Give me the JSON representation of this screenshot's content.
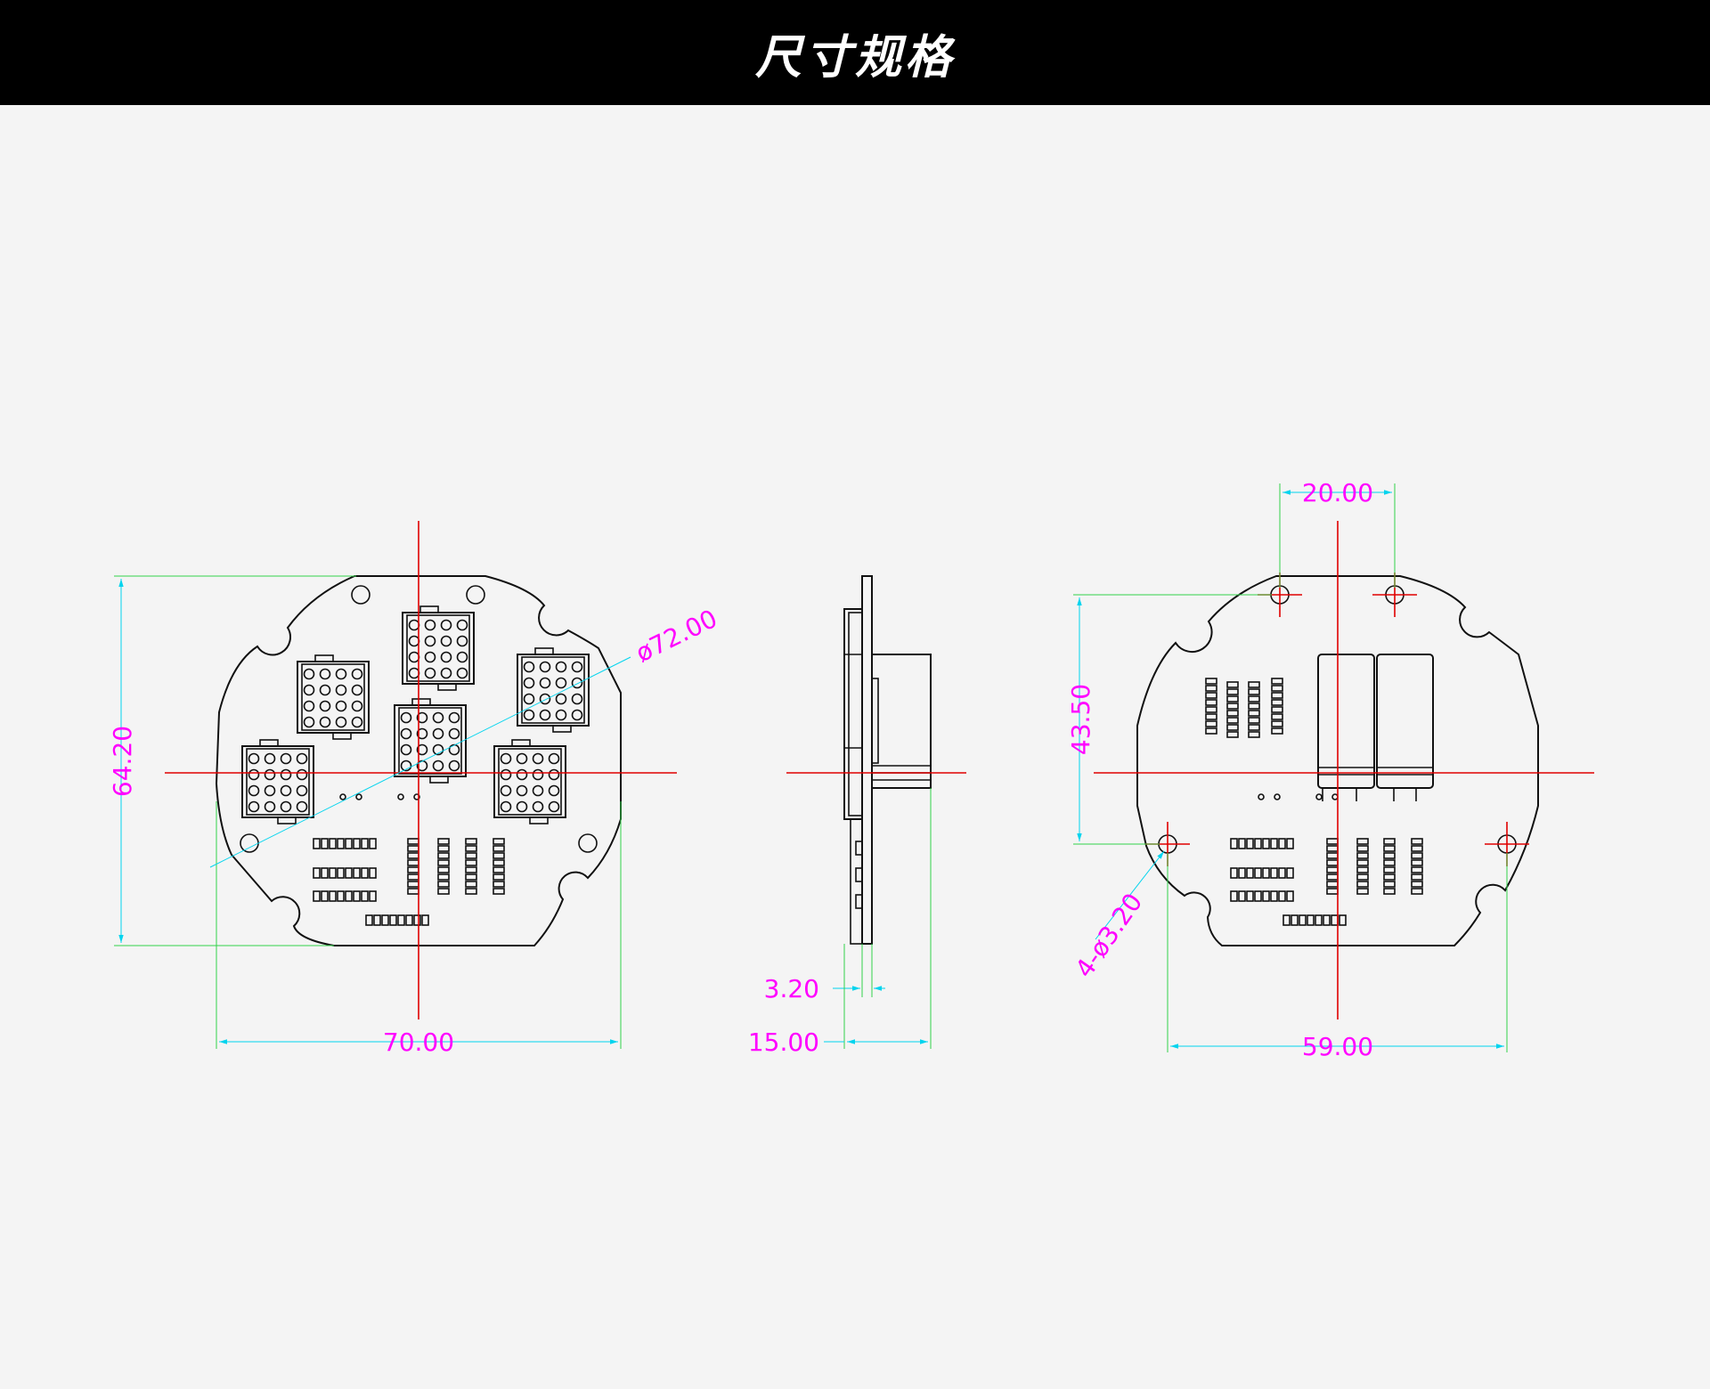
{
  "header": {
    "title": "尺寸规格"
  },
  "dimensions": {
    "front_width": "70.00",
    "front_height": "64.20",
    "front_diameter": "ø72.00",
    "side_thickness": "3.20",
    "side_depth": "15.00",
    "back_hole_spacing_x": "20.00",
    "back_hole_offset_y": "43.50",
    "back_hole_callout": "4-ø3.20",
    "back_width": "59.00"
  },
  "colors": {
    "background": "#f4f4f4",
    "header": "#000000",
    "dimension_text": "#ff00ff",
    "center_line": "#e00000",
    "extension_line": "#32d24a",
    "dimension_line": "#00d4ee",
    "outline": "#111111"
  }
}
